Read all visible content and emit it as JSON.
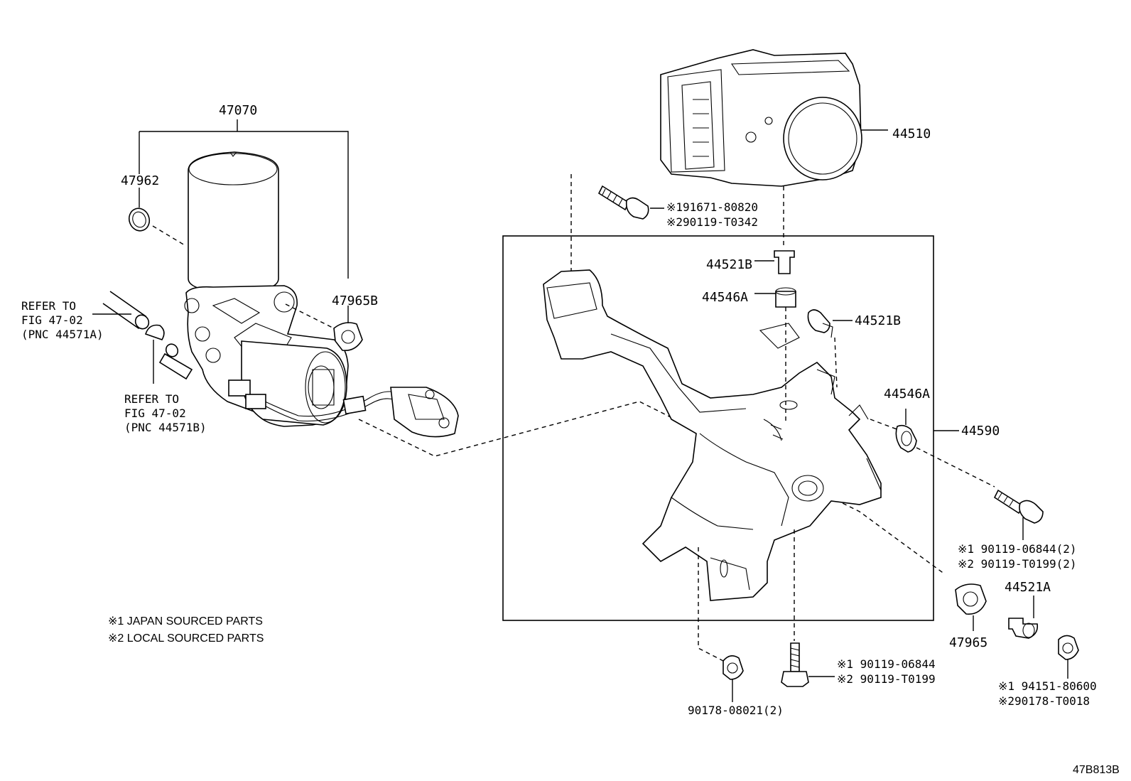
{
  "labels": {
    "p47070": "47070",
    "p47962": "47962",
    "p47965b": "47965B",
    "p44510": "44510",
    "p44521b_top": "44521B",
    "p44546a_top": "44546A",
    "p44521b_right": "44521B",
    "p44546a_right": "44546A",
    "p44590": "44590",
    "p44521a": "44521A",
    "p47965": "47965",
    "p90178": "90178-08021(2)",
    "bolt_top_1": "※191671-80820",
    "bolt_top_2": "※290119-T0342",
    "bolt_right_1": "※1 90119-06844(2)",
    "bolt_right_2": "※2 90119-T0199(2)",
    "bolt_bottom_1": "※1 90119-06844",
    "bolt_bottom_2": "※2 90119-T0199",
    "nut_right_1": "※1 94151-80600",
    "nut_right_2": "※290178-T0018",
    "refer_a_1": "REFER TO",
    "refer_a_2": "FIG 47-02",
    "refer_a_3": "(PNC 44571A)",
    "refer_b_1": "REFER TO",
    "refer_b_2": "FIG 47-02",
    "refer_b_3": "(PNC 44571B)"
  },
  "notes": {
    "note1": "※1 JAPAN SOURCED PARTS",
    "note2": "※2 LOCAL SOURCED PARTS"
  },
  "figure_id": "47B813B"
}
